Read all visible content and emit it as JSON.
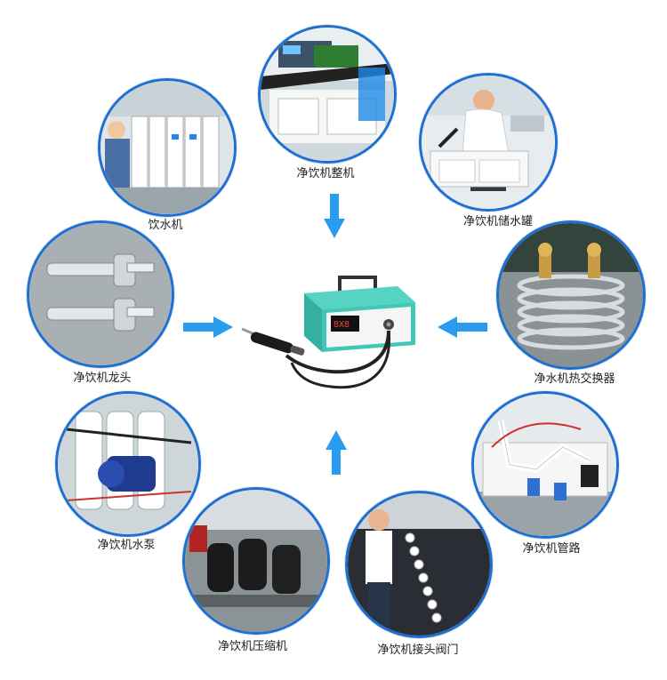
{
  "labels": {
    "whole": "净饮机整机",
    "dispenser": "饮水机",
    "tank": "净饮机储水罐",
    "faucet": "净饮机龙头",
    "exchanger": "净水机热交换器",
    "pump": "净饮机水泵",
    "pipeline": "净饮机管路",
    "compressor": "净饮机压缩机",
    "valve": "净饮机接头阀门"
  },
  "device": {
    "display": "8X8"
  },
  "colors": {
    "ring": "#1f6fd1",
    "arrow": "#2a9cf0",
    "device_body": "#40c7b6"
  }
}
